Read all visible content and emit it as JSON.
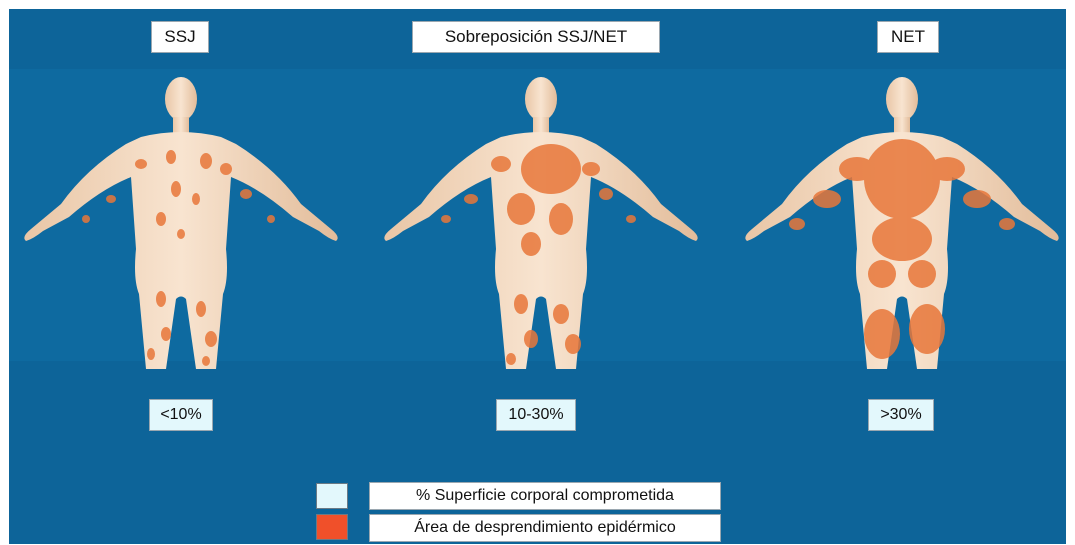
{
  "panels": [
    {
      "title": "SSJ",
      "percentage": "<10%"
    },
    {
      "title": "Sobreposición SSJ/NET",
      "percentage": "10-30%"
    },
    {
      "title": "NET",
      "percentage": ">30%"
    }
  ],
  "legend": [
    {
      "label": "% Superficie corporal comprometida",
      "color": "#e3f8fc"
    },
    {
      "label": "Área de desprendimiento epidérmico",
      "color": "#f0502a"
    }
  ],
  "colors": {
    "background": "#0e6aa0",
    "skin": "#f5dcc4",
    "lesion": "#e8773a"
  }
}
